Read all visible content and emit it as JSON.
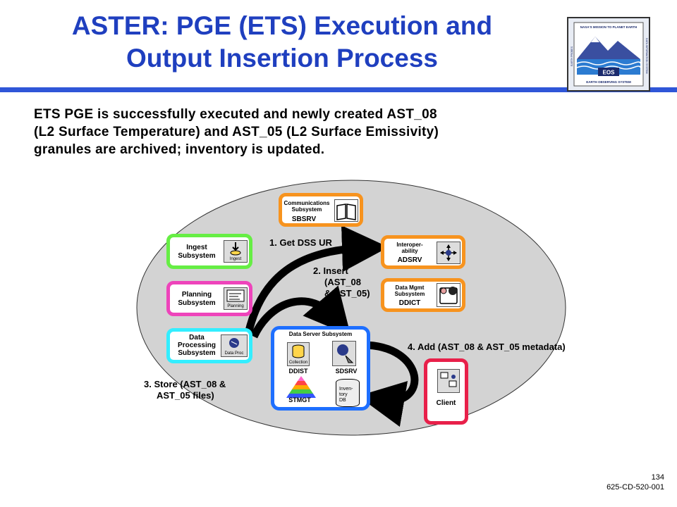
{
  "title_line1": "ASTER:  PGE (ETS) Execution and",
  "title_line2": "Output Insertion Process",
  "subtitle_line1": "ETS PGE is successfully executed and newly created AST_08",
  "subtitle_line2": "(L2 Surface Temperature) and AST_05 (L2 Surface Emissivity)",
  "subtitle_line3": "granules are archived; inventory is updated.",
  "logo": {
    "top_text": "NASA'S MISSION TO PLANET EARTH",
    "center_text": "EOS",
    "bottom_text": "EARTH OBSERVING SYSTEM",
    "left_text": "EARTH PROBES",
    "right_text": "DATA INFORMATION SYSTEM"
  },
  "subsystems": {
    "communications": {
      "line1": "Communications",
      "line2": "Subsystem",
      "name": "SBSRV"
    },
    "ingest": {
      "line1": "Ingest",
      "line2": "Subsystem",
      "icon_label": "Ingest"
    },
    "planning": {
      "line1": "Planning",
      "line2": "Subsystem",
      "icon_label": "Planning"
    },
    "data_processing": {
      "line1": "Data",
      "line2": "Processing",
      "line3": "Subsystem",
      "icon_label": "Data Proc"
    },
    "interoperability": {
      "line1": "Interoper-",
      "line2": "ability",
      "name": "ADSRV"
    },
    "data_mgmt": {
      "line1": "Data Mgmt",
      "line2": "Subsystem",
      "name": "DDICT"
    },
    "data_server": {
      "title": "Data Server Subsystem",
      "collection_label": "Collection",
      "ddist": "DDIST",
      "sdsrv": "SDSRV",
      "stmgt": "STMGT",
      "inventory_line1": "Inven-",
      "inventory_line2": "tory",
      "inventory_line3": "DB"
    },
    "client": {
      "name": "Client"
    }
  },
  "steps": {
    "step1": "1.  Get DSS UR",
    "step2_line1": "2. Insert",
    "step2_line2": "(AST_08",
    "step2_line3": "& AST_05)",
    "step3_line1": "3. Store (AST_08 &",
    "step3_line2": "AST_05 files)",
    "step4": "4. Add (AST_08 & AST_05 metadata)"
  },
  "footer": {
    "page": "134",
    "doc": "625-CD-520-001"
  },
  "colors": {
    "title": "#1f3fbf",
    "rule": "#2f56d8",
    "ellipse": "#d3d3d3",
    "orange": "#f7931e",
    "green": "#66ee44",
    "magenta": "#ee44bb",
    "cyan": "#33eeff",
    "blue": "#1e6fff",
    "red": "#e8204a"
  }
}
